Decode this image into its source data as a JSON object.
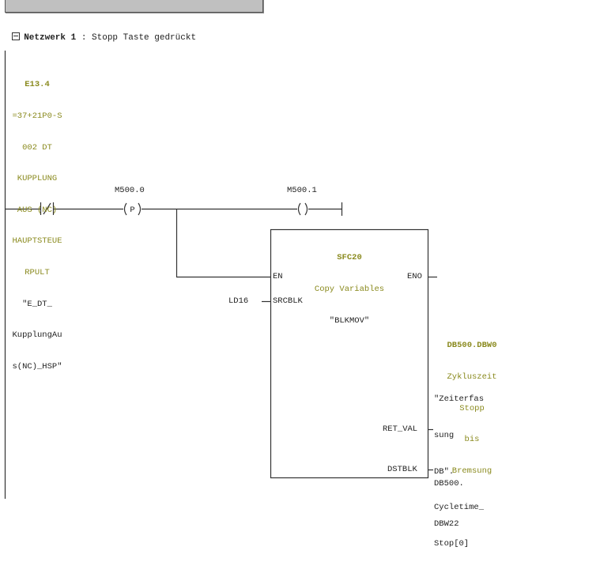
{
  "network": {
    "title_prefix": "Netzwerk 1",
    "separator": " : ",
    "comment": "Stopp Taste gedrückt"
  },
  "contact": {
    "type": "normally-closed",
    "address": "E13.4",
    "comment_lines": [
      "=37+21P0-S",
      "002 DT",
      "KUPPLUNG",
      "AUS (NC)",
      "HAUPTSTEUE",
      "RPULT"
    ],
    "symbol_lines": [
      "\"E_DT_",
      "KupplungAu",
      "s(NC)_HSP\""
    ]
  },
  "coil_p": {
    "address": "M500.0",
    "glyph": "P"
  },
  "coil_out": {
    "address": "M500.1"
  },
  "block": {
    "name": "SFC20",
    "description": "Copy Variables",
    "symbol": "\"BLKMOV\"",
    "inputs": {
      "en": "EN",
      "srcblk": "SRCBLK"
    },
    "outputs": {
      "eno": "ENO",
      "ret_val": "RET_VAL",
      "dstblk": "DSTBLK"
    },
    "srcblk_operand": "LD16",
    "ret_val_operand": {
      "address": "DB500.DBW0",
      "comment_lines": [
        "Zykluszeit",
        "Stopp",
        "bis",
        "Bremsung"
      ],
      "symbol_lines": [
        "\"Zeiterfas",
        "sung",
        "DB\".",
        "Cycletime_",
        "Stop[0]"
      ]
    },
    "dstblk_operand_lines": [
      "DB500.",
      "DBW22"
    ]
  },
  "colors": {
    "operand_comment": "#8a8a1e",
    "line": "#333333",
    "header_bar": "#c0c0c0"
  }
}
